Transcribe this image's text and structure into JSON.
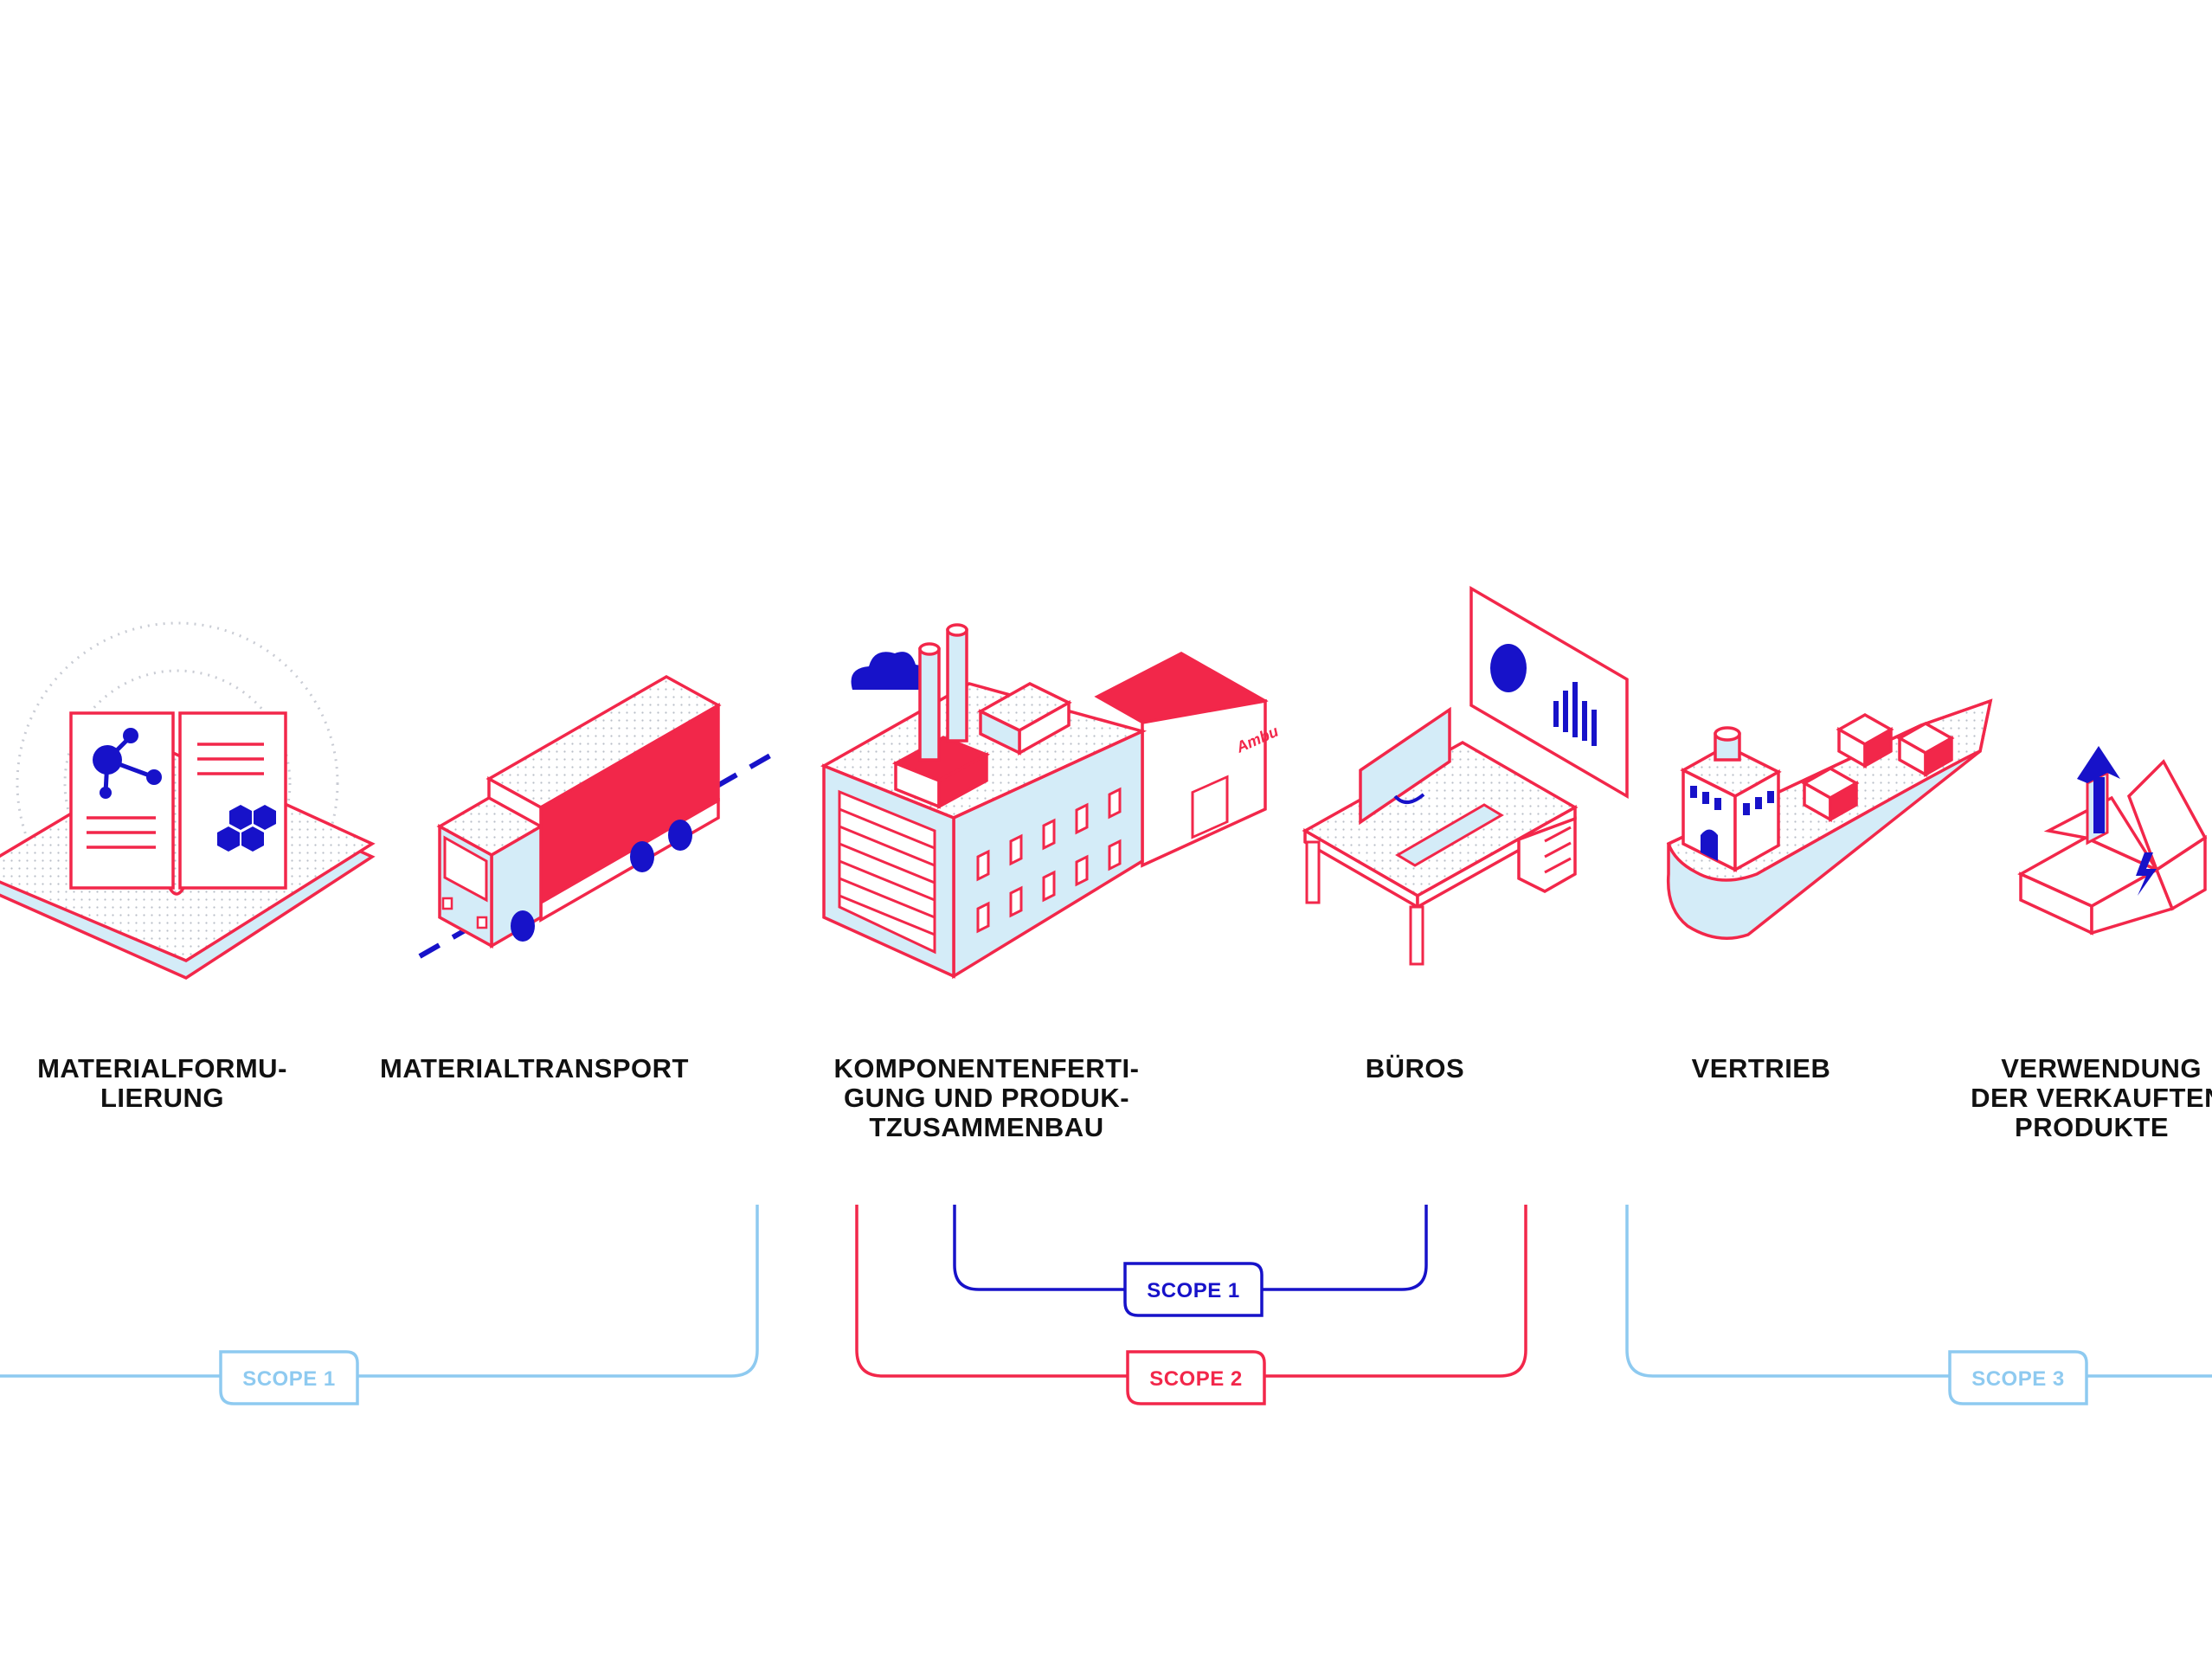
{
  "colors": {
    "red": "#f2274a",
    "blue": "#1712c9",
    "light_blue": "#8ecaf0",
    "pale_blue": "#d4ecf8",
    "text": "#111111"
  },
  "stages": [
    {
      "id": "material-formulation",
      "lines": [
        "MATERIALFORMU-",
        "LIERUNG"
      ],
      "icon": "book-molecule-icon"
    },
    {
      "id": "material-transport",
      "lines": [
        "MATERIALTRANSPORT"
      ],
      "icon": "truck-icon"
    },
    {
      "id": "component-manufacturing",
      "lines": [
        "KOMPONENTENFERTI-",
        "GUNG UND PRODUK-",
        "TZUSAMMENBAU"
      ],
      "icon": "factory-icon",
      "brand": "Ambu"
    },
    {
      "id": "offices",
      "lines": [
        "BÜROS"
      ],
      "icon": "office-desk-icon"
    },
    {
      "id": "distribution",
      "lines": [
        "VERTRIEB"
      ],
      "icon": "cargo-ship-icon"
    },
    {
      "id": "product-use",
      "lines": [
        "VERWENDUNG",
        "DER VERKAUFTEN",
        "PRODUKTE"
      ],
      "icon": "box-energy-icon"
    }
  ],
  "scopes": [
    {
      "id": "scope-upstream",
      "label": "SCOPE 1",
      "color": "#8ecaf0"
    },
    {
      "id": "scope-own-1",
      "label": "SCOPE 1",
      "color": "#1712c9"
    },
    {
      "id": "scope-own-2",
      "label": "SCOPE 2",
      "color": "#f2274a"
    },
    {
      "id": "scope-downstream",
      "label": "SCOPE 3",
      "color": "#8ecaf0"
    }
  ]
}
